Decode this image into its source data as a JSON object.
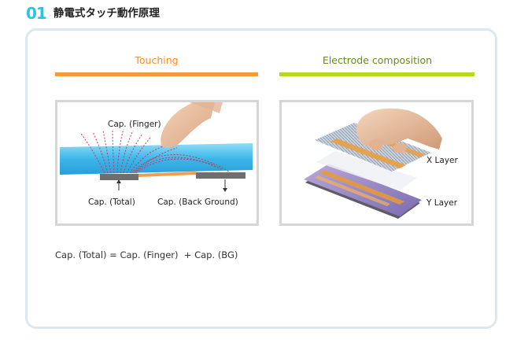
{
  "heading": {
    "number": "01",
    "title": "静電式タッチ動作原理"
  },
  "touching": {
    "title": "Touching",
    "labels": {
      "finger": "Cap. (Finger)",
      "total": "Cap. (Total)",
      "background": "Cap. (Back Ground)"
    }
  },
  "electrode": {
    "title": "Electrode composition",
    "labels": {
      "x_layer": "X Layer",
      "y_layer": "Y Layer"
    }
  },
  "formula": "Cap. (Total) = Cap. (Finger)  + Cap. (BG)",
  "colors": {
    "accent_number": "#2ec3e0",
    "touching_title": "#f28f2a",
    "touching_rule": "#f39a3c",
    "electrode_title": "#6a8a16",
    "electrode_rule": "#b8d81e",
    "card_border": "#dde8ee"
  }
}
